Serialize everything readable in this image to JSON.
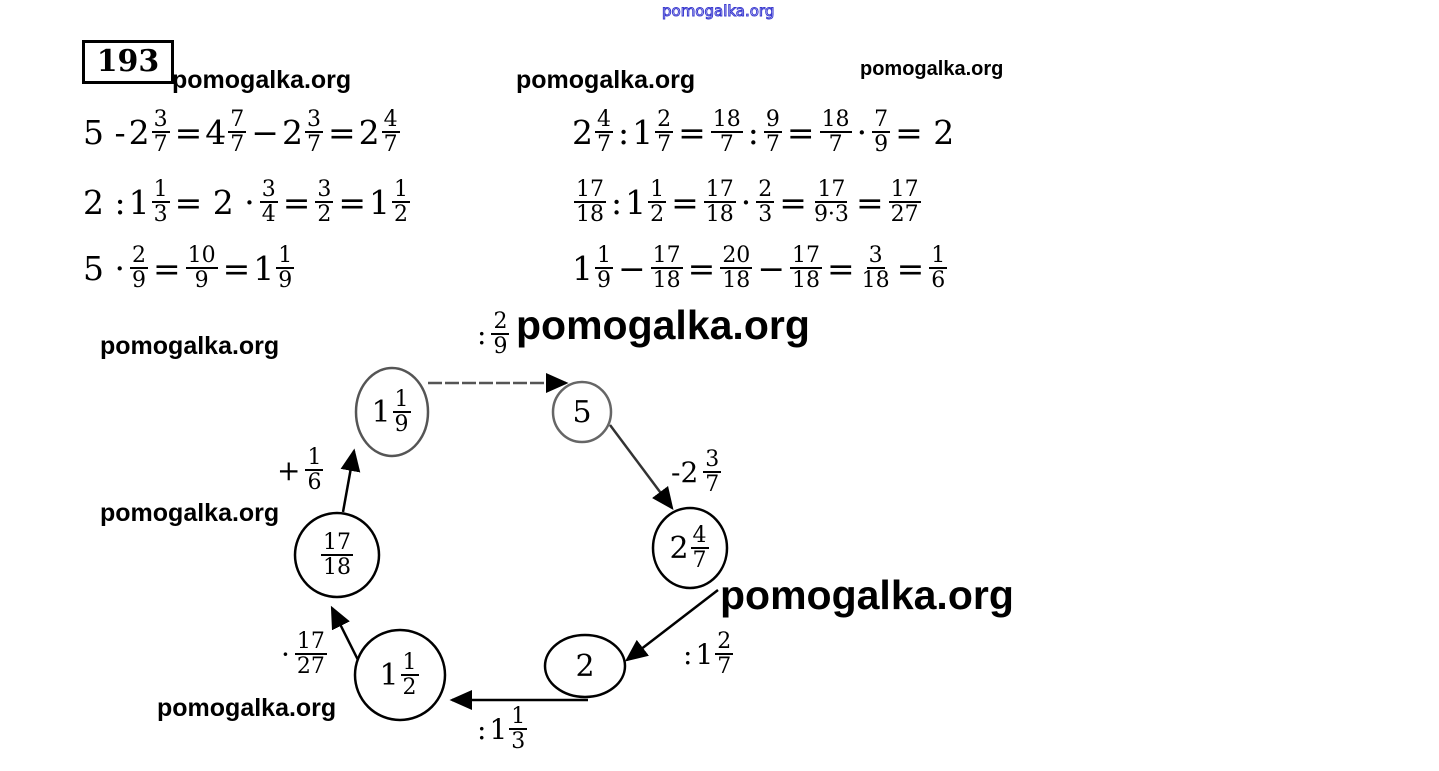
{
  "watermark": "pomogalka.org",
  "problem_number": "193",
  "left_equations": [
    [
      {
        "t": "5 - "
      },
      {
        "w": "2",
        "n": "3",
        "d": "7"
      },
      {
        "t": "="
      },
      {
        "w": "4",
        "n": "7",
        "d": "7"
      },
      {
        "t": "−"
      },
      {
        "w": "2",
        "n": "3",
        "d": "7"
      },
      {
        "t": "="
      },
      {
        "w": "2",
        "n": "4",
        "d": "7"
      }
    ],
    [
      {
        "t": "2 : "
      },
      {
        "w": "1",
        "n": "1",
        "d": "3"
      },
      {
        "t": "= 2 ·"
      },
      {
        "n": "3",
        "d": "4"
      },
      {
        "t": "="
      },
      {
        "n": "3",
        "d": "2"
      },
      {
        "t": "="
      },
      {
        "w": "1",
        "n": "1",
        "d": "2"
      }
    ],
    [
      {
        "t": "5 ·"
      },
      {
        "n": "2",
        "d": "9"
      },
      {
        "t": "="
      },
      {
        "n": "10",
        "d": "9"
      },
      {
        "t": "="
      },
      {
        "w": "1",
        "n": "1",
        "d": "9"
      }
    ]
  ],
  "right_equations": [
    [
      {
        "w": "2",
        "n": "4",
        "d": "7"
      },
      {
        "t": ":"
      },
      {
        "w": "1",
        "n": "2",
        "d": "7"
      },
      {
        "t": "="
      },
      {
        "n": "18",
        "d": "7"
      },
      {
        "t": ":"
      },
      {
        "n": "9",
        "d": "7"
      },
      {
        "t": "="
      },
      {
        "n": "18",
        "d": "7"
      },
      {
        "t": "·"
      },
      {
        "n": "7",
        "d": "9"
      },
      {
        "t": "= 2"
      }
    ],
    [
      {
        "n": "17",
        "d": "18"
      },
      {
        "t": ":"
      },
      {
        "w": "1",
        "n": "1",
        "d": "2"
      },
      {
        "t": "="
      },
      {
        "n": "17",
        "d": "18"
      },
      {
        "t": "·"
      },
      {
        "n": "2",
        "d": "3"
      },
      {
        "t": "="
      },
      {
        "n": "17",
        "d": "9·3"
      },
      {
        "t": "="
      },
      {
        "n": "17",
        "d": "27"
      }
    ],
    [
      {
        "w": "1",
        "n": "1",
        "d": "9"
      },
      {
        "t": "−"
      },
      {
        "n": "17",
        "d": "18"
      },
      {
        "t": "="
      },
      {
        "n": "20",
        "d": "18"
      },
      {
        "t": "−"
      },
      {
        "n": "17",
        "d": "18"
      },
      {
        "t": "="
      },
      {
        "n": "3",
        "d": "18"
      },
      {
        "t": "="
      },
      {
        "n": "1",
        "d": "6"
      }
    ]
  ],
  "diagram": {
    "nodes": [
      [
        {
          "w": "1",
          "n": "1",
          "d": "9"
        }
      ],
      [
        {
          "t": "5"
        }
      ],
      [
        {
          "w": "2",
          "n": "4",
          "d": "7"
        }
      ],
      [
        {
          "t": "2"
        }
      ],
      [
        {
          "w": "1",
          "n": "1",
          "d": "2"
        }
      ],
      [
        {
          "n": "17",
          "d": "18"
        }
      ]
    ],
    "operations": [
      [
        {
          "t": ":"
        },
        {
          "n": "2",
          "d": "9"
        }
      ],
      [
        {
          "t": "-2"
        },
        {
          "n": "3",
          "d": "7"
        }
      ],
      [
        {
          "t": ":"
        },
        {
          "w": "1",
          "n": "2",
          "d": "7"
        }
      ],
      [
        {
          "t": ":"
        },
        {
          "w": "1",
          "n": "1",
          "d": "3"
        }
      ],
      [
        {
          "t": "·"
        },
        {
          "n": "17",
          "d": "27"
        }
      ],
      [
        {
          "t": "+"
        },
        {
          "n": "1",
          "d": "6"
        }
      ]
    ]
  }
}
